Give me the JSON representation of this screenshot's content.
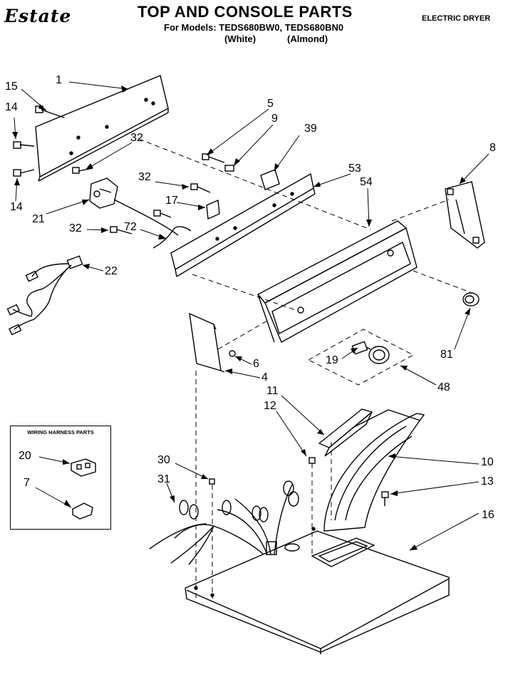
{
  "header": {
    "brand": "Estate",
    "title": "TOP AND CONSOLE PARTS",
    "models": "For Models: TEDS680BW0, TEDS680BN0",
    "color_white": "(White)",
    "color_almond": "(Almond)",
    "product_type": "ELECTRIC DRYER"
  },
  "legend": {
    "title": "WIRING HARNESS PARTS"
  },
  "callouts": [
    "1",
    "15",
    "14",
    "32",
    "14",
    "21",
    "5",
    "9",
    "39",
    "53",
    "54",
    "8",
    "32",
    "17",
    "32",
    "72",
    "22",
    "6",
    "4",
    "19",
    "48",
    "81",
    "11",
    "12",
    "10",
    "13",
    "16",
    "30",
    "31",
    "20",
    "7"
  ]
}
